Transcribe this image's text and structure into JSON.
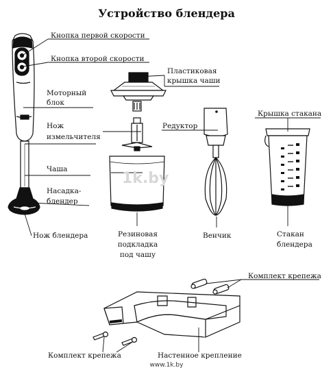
{
  "title": "Устройство блендера",
  "labels": {
    "speed1": "Кнопка первой скорости",
    "speed2": "Кнопка второй скорости",
    "motor": [
      "Моторный",
      "блок"
    ],
    "chopper_knife": [
      "Нож",
      "измельчителя"
    ],
    "bowl": "Чаша",
    "blender_attachment": [
      "Насадка-",
      "блендер"
    ],
    "blender_knife": "Нож блендера",
    "plastic_lid": [
      "Пластиковая",
      "крышка чаши"
    ],
    "reducer": "Редуктор",
    "cup_lid": "Крышка стакана",
    "rubber_pad": [
      "Резиновая",
      "подкладка",
      "под чашу"
    ],
    "whisk": "Венчик",
    "cup": [
      "Стакан",
      "блендера"
    ],
    "fastener_kit_right": "Комплект крепежа",
    "fastener_kit_left": "Комплект крепежа",
    "wall_mount": "Настенное крепление"
  },
  "watermark": "1k.by",
  "footer": "www.1k.by"
}
